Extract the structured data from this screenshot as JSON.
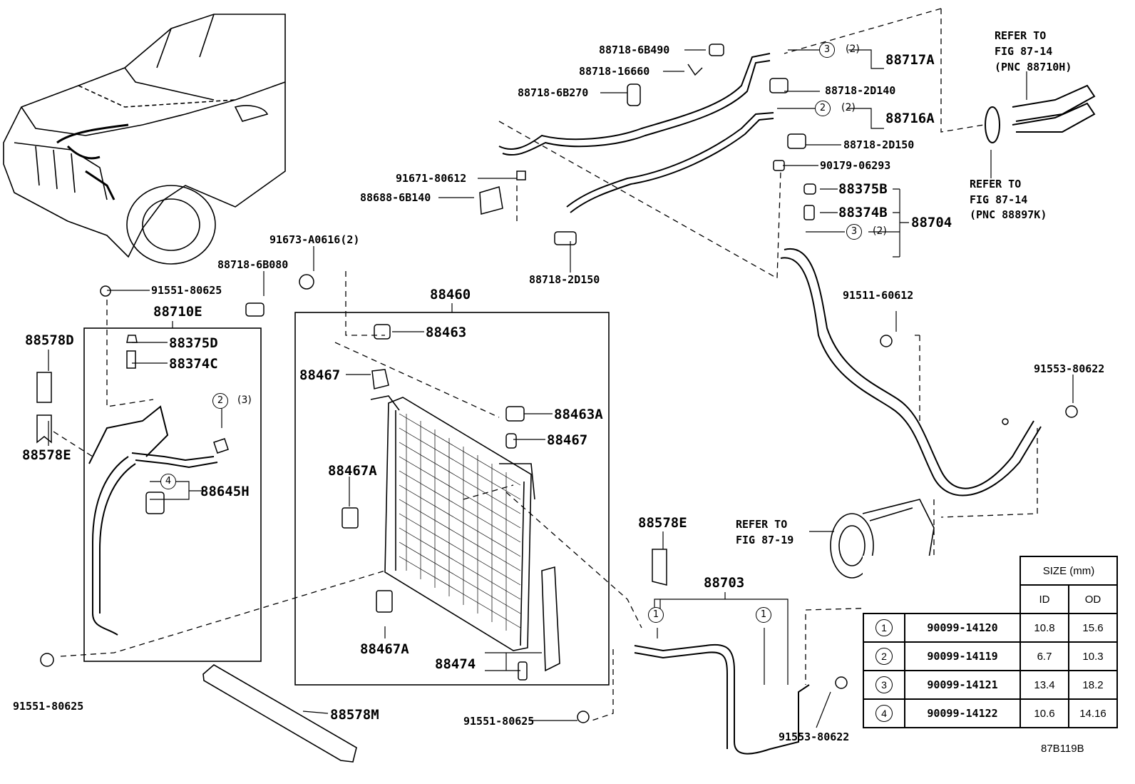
{
  "labels": {
    "p_88718_6B490": "88718-6B490",
    "p_88718_16660": "88718-16660",
    "p_88718_6B270": "88718-6B270",
    "p_88717A": "88717A",
    "p_88718_2D140": "88718-2D140",
    "p_88716A": "88716A",
    "p_88718_2D150_a": "88718-2D150",
    "p_90179_06293": "90179-06293",
    "p_88375B": "88375B",
    "p_88374B": "88374B",
    "p_88704": "88704",
    "p_91671_80612": "91671-80612",
    "p_88688_6B140": "88688-6B140",
    "p_88718_2D150_b": "88718-2D150",
    "p_91673_A0616": "91673-A0616(2)",
    "p_88718_6B080": "88718-6B080",
    "p_91551_80625_a": "91551-80625",
    "p_88710E": "88710E",
    "p_88578D": "88578D",
    "p_88375D": "88375D",
    "p_88374C": "88374C",
    "p_88578E_a": "88578E",
    "p_88645H": "88645H",
    "p_91551_80625_b": "91551-80625",
    "p_88460": "88460",
    "p_88463": "88463",
    "p_88467_a": "88467",
    "p_88463A": "88463A",
    "p_88467_b": "88467",
    "p_88467A_a": "88467A",
    "p_88467A_b": "88467A",
    "p_88474": "88474",
    "p_88578M": "88578M",
    "p_91551_80625_c": "91551-80625",
    "p_88578E_b": "88578E",
    "p_88703": "88703",
    "p_91553_80622_a": "91553-80622",
    "p_91553_80622_b": "91553-80622",
    "p_91511_60612": "91511-60612",
    "ref_87_14_h_l1": "REFER TO",
    "ref_87_14_h_l2": "FIG 87-14",
    "ref_87_14_h_l3": "(PNC 88710H)",
    "ref_87_14_k_l1": "REFER TO",
    "ref_87_14_k_l2": "FIG 87-14",
    "ref_87_14_k_l3": "(PNC 88897K)",
    "ref_87_19_l1": "REFER TO",
    "ref_87_19_l2": "FIG 87-19"
  },
  "callouts": {
    "c3_top": "3",
    "q3_top": "(2)",
    "c2_top": "2",
    "q2_top": "(2)",
    "c3_mid": "3",
    "q3_mid": "(2)",
    "c2_left": "2",
    "q2_left": "(3)",
    "c4_left": "4",
    "c1_a": "1",
    "c1_b": "1"
  },
  "size_table": {
    "header": "SIZE (mm)",
    "col_id": "ID",
    "col_od": "OD",
    "rows": [
      {
        "idx": "1",
        "part": "90099-14120",
        "id": "10.8",
        "od": "15.6"
      },
      {
        "idx": "2",
        "part": "90099-14119",
        "id": "6.7",
        "od": "10.3"
      },
      {
        "idx": "3",
        "part": "90099-14121",
        "id": "13.4",
        "od": "18.2"
      },
      {
        "idx": "4",
        "part": "90099-14122",
        "id": "10.6",
        "od": "14.16"
      }
    ]
  },
  "figure_code": "87B119B"
}
